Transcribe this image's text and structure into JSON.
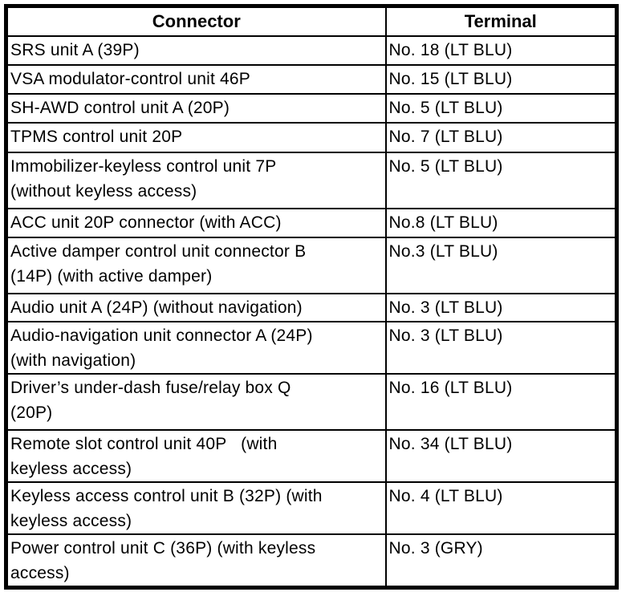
{
  "table": {
    "columns": {
      "connector": "Connector",
      "terminal": "Terminal"
    },
    "rows": [
      {
        "connector": "SRS unit A (39P)",
        "terminal": "No. 18 (LT BLU)"
      },
      {
        "connector": "VSA modulator-control unit 46P",
        "terminal": "No. 15 (LT BLU)"
      },
      {
        "connector": "SH-AWD control unit A (20P)",
        "terminal": "No. 5 (LT BLU)"
      },
      {
        "connector": "TPMS control unit 20P",
        "terminal": "No. 7 (LT BLU)"
      },
      {
        "connector": "Immobilizer-keyless control unit 7P\n(without keyless access)",
        "terminal": "No. 5 (LT BLU)"
      },
      {
        "connector": "ACC unit 20P connector (with ACC)",
        "terminal": "No.8 (LT BLU)"
      },
      {
        "connector": "Active damper control unit connector B\n(14P) (with active damper)",
        "terminal": "No.3 (LT BLU)"
      },
      {
        "connector": "Audio unit A (24P) (without navigation)",
        "terminal": "No. 3 (LT BLU)"
      },
      {
        "connector": "Audio-navigation unit connector A (24P)\n(with navigation)",
        "terminal": "No. 3 (LT BLU)"
      },
      {
        "connector": "Driver’s under-dash fuse/relay box Q\n(20P)",
        "terminal": "No. 16 (LT BLU)"
      },
      {
        "connector": "Remote slot control unit 40P   (with\nkeyless access)",
        "terminal": "No. 34 (LT BLU)"
      },
      {
        "connector": "Keyless access control unit B (32P) (with\nkeyless access)",
        "terminal": "No. 4 (LT BLU)"
      },
      {
        "connector": "Power control unit C (36P) (with keyless\naccess)",
        "terminal": "No. 3 (GRY)"
      }
    ],
    "colors": {
      "border": "#000000",
      "text": "#000000",
      "background": "#ffffff"
    }
  }
}
